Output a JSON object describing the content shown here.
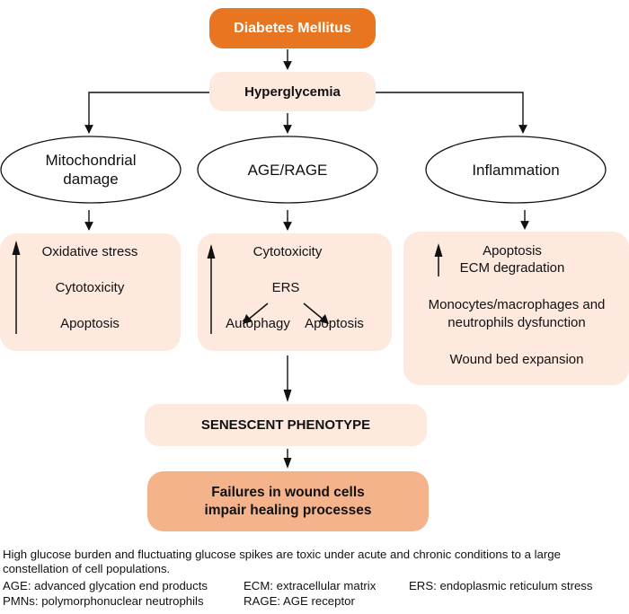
{
  "top": {
    "diabetes": "Diabetes Mellitus",
    "hyperglycemia": "Hyperglycemia"
  },
  "branches": [
    {
      "ellipse": [
        "Mitochondrial",
        "damage"
      ],
      "effects": [
        "Oxidative stress",
        "Cytotoxicity",
        "Apoptosis"
      ]
    },
    {
      "ellipse": [
        "AGE/RAGE"
      ],
      "effects": [
        "Cytotoxicity"
      ],
      "ers": {
        "source": "ERS",
        "left": "Autophagy",
        "right": "Apoptosis"
      }
    },
    {
      "ellipse": [
        "Inflammation"
      ],
      "increased": [
        "Apoptosis",
        "ECM degradation"
      ],
      "effects": [
        "Monocytes/macrophages and",
        "neutrophils dysfunction",
        "Wound bed expansion"
      ]
    }
  ],
  "outcome": {
    "phenotype": "SENESCENT PHENOTYPE",
    "failures": [
      "Failures in wound cells",
      "impair healing processes"
    ]
  },
  "footer": {
    "caption": [
      "High glucose burden and fluctuating glucose spikes are toxic under acute and chronic conditions to a large",
      "constellation of cell populations."
    ],
    "abbreviations": {
      "age": "AGE: advanced glycation end products",
      "ecm": "ECM: extracellular matrix",
      "ers": "ERS: endoplasmic reticulum stress",
      "pmns": "PMNs: polymorphonuclear neutrophils",
      "rage": "RAGE: AGE receptor"
    }
  },
  "colors": {
    "primary_orange": "#e8751f",
    "light_peach": "#fde9dd",
    "salmon": "#f5b38c",
    "line": "#111111"
  }
}
